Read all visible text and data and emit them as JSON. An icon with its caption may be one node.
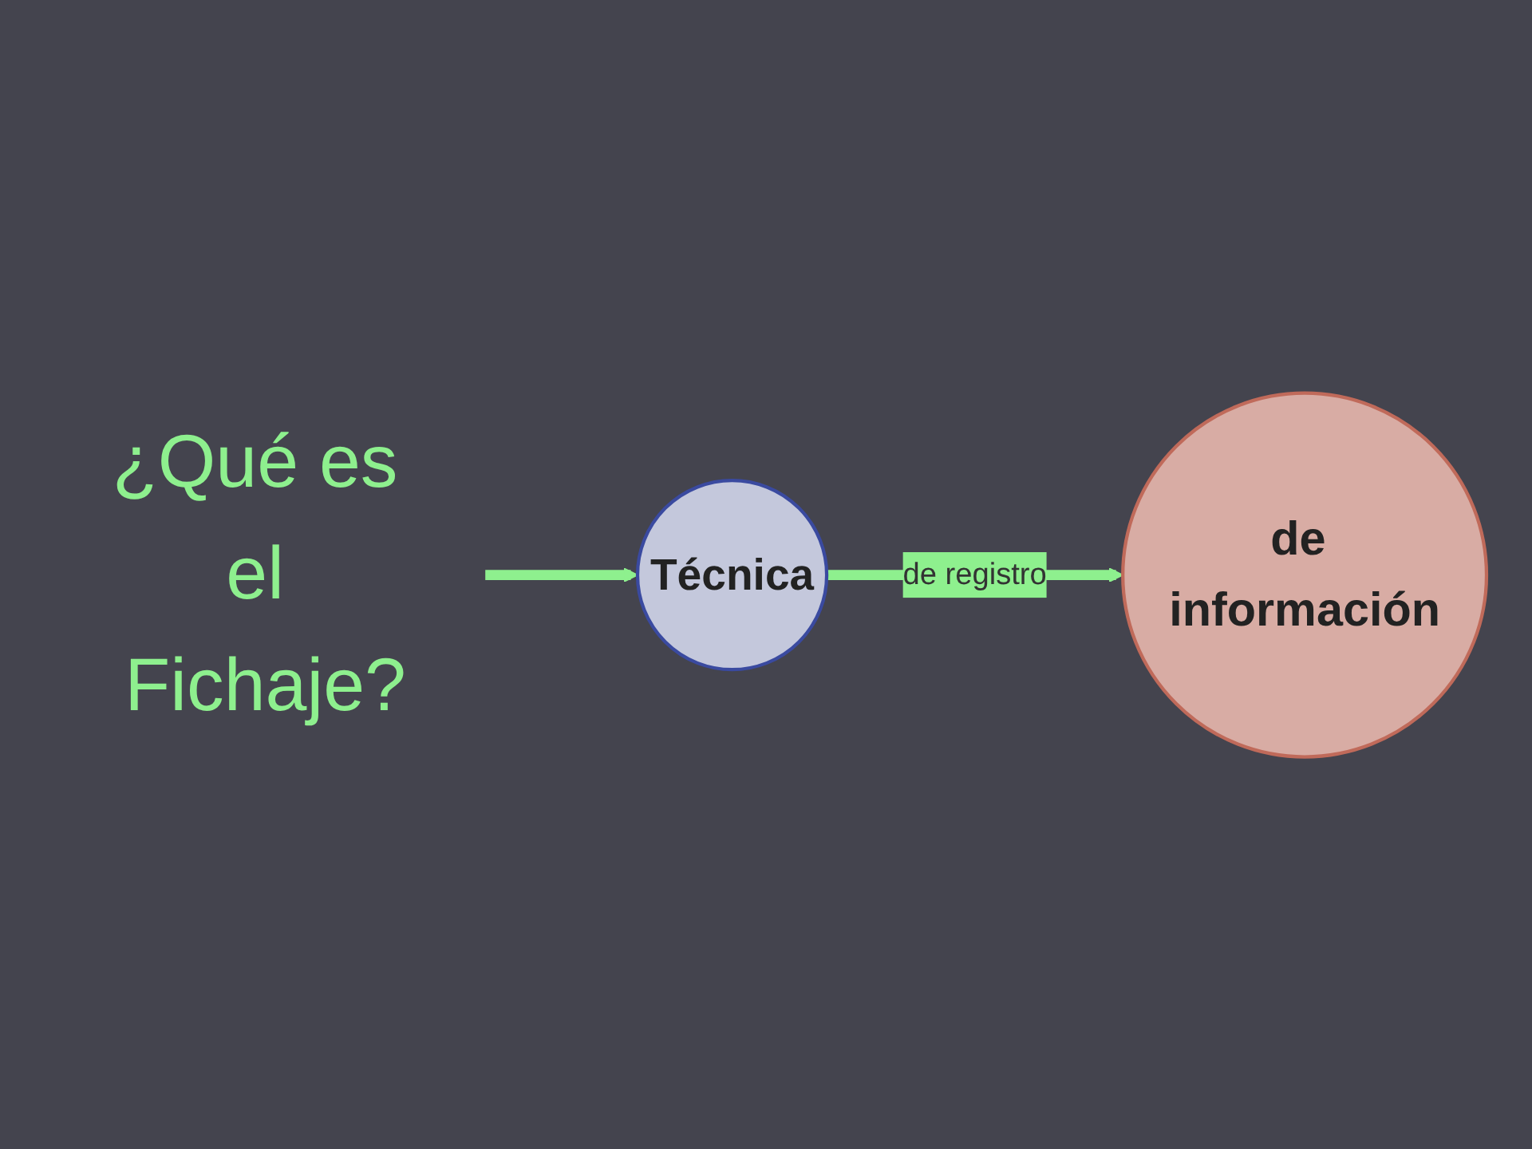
{
  "diagram": {
    "nodes": [
      {
        "text": [
          "¿Qué es el Fichaje?"
        ]
      },
      {
        "text": [
          "Técnica"
        ]
      },
      {
        "text": [
          "de información"
        ]
      }
    ],
    "edges": [
      {
        "from": 0,
        "to": 1,
        "arrow": "to"
      },
      {
        "from": 1,
        "to": 2,
        "arrow": "to",
        "label": "de registro"
      }
    ]
  }
}
